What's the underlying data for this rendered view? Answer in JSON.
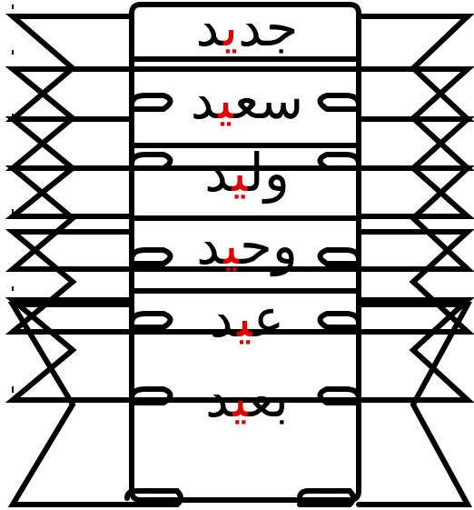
{
  "colors": {
    "ink": "#000000",
    "highlight": "#e00000",
    "background": "#ffffff"
  },
  "words": [
    {
      "before": "جد",
      "highlight": "ي",
      "after": "د"
    },
    {
      "before": "سع",
      "highlight": "ي",
      "after": "د"
    },
    {
      "before": "ول",
      "highlight": "ي",
      "after": "د"
    },
    {
      "before": "وح",
      "highlight": "ي",
      "after": "د"
    },
    {
      "before": "ع",
      "highlight": "ي",
      "after": "د"
    },
    {
      "before": "بع",
      "highlight": "ي",
      "after": "د"
    }
  ]
}
